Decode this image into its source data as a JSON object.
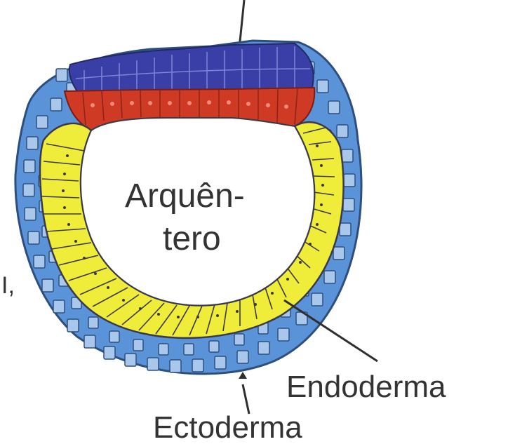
{
  "diagram": {
    "center_label_line1": "Arquên-",
    "center_label_line2": "tero",
    "label_endoderm": "Endoderma",
    "label_ectoderm": "Ectoderma",
    "side_mark": "I,"
  },
  "colors": {
    "ectoderm": "#5b93d8",
    "ectoderm_cell": "#a9c7ea",
    "endoderm": "#f0ec3a",
    "mesoderm_red": "#cf3a25",
    "top_blue": "#3a3fa8",
    "cell_outline": "#3a3a4a",
    "cavity": "#ffffff",
    "label_text": "#333333"
  }
}
